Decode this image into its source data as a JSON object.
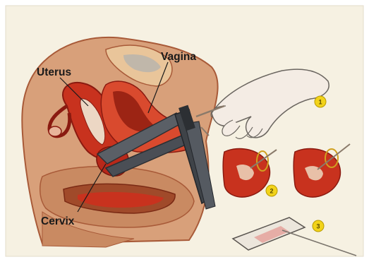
{
  "labels": {
    "uterus": "Uterus",
    "vagina": "Vagina",
    "cervix": "Cervix"
  },
  "steps": {
    "step1": "1",
    "step2": "2",
    "step3": "3"
  },
  "colors": {
    "background": "#f6f1e2",
    "tissue": "#d8a07a",
    "tissue_dark": "#a85a38",
    "uterus_red": "#c8321e",
    "uterus_deep": "#8a1a10",
    "speculum": "#4a4e55",
    "step_badge": "#f2d31a"
  },
  "icons": {
    "hand": "hand-icon",
    "speculum": "speculum-icon",
    "spatula": "spatula-icon",
    "slide": "slide-icon"
  }
}
